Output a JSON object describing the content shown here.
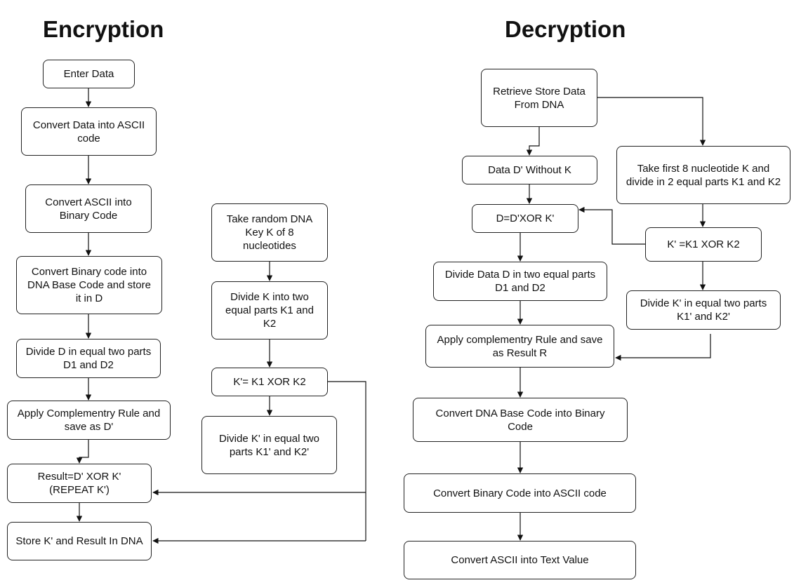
{
  "encryption": {
    "title": "Encryption",
    "steps": [
      "Enter Data",
      "Convert Data into ASCII\ncode",
      "Convert ASCII into\nBinary Code",
      "Convert Binary code into\nDNA Base Code and store\nit in D",
      "Divide D in equal two parts\nD1 and D2",
      "Apply Complementry Rule and\nsave as D'",
      "Result=D' XOR K'\n(REPEAT K')",
      "Store K' and Result In DNA"
    ],
    "key_steps": [
      "Take random DNA\nKey K of 8\nnucleotides",
      "Divide K into two\nequal parts K1 and\nK2",
      "K'= K1 XOR K2",
      "Divide K' in equal two\nparts K1' and K2'"
    ]
  },
  "decryption": {
    "title": "Decryption",
    "retrieve": "Retrieve Store Data\nFrom DNA",
    "data_without_k": "Data D' Without K",
    "take_first_8": "Take first 8 nucleotide K and\ndivide in 2 equal parts K1 and K2",
    "d_xor": "D=D'XOR K'",
    "k_xor": "K' =K1 XOR K2",
    "divide_data": "Divide Data D in two equal parts\nD1 and D2",
    "divide_k": "Divide K' in equal two parts\nK1' and K2'",
    "apply_rule": "Apply complementry Rule  and save\nas Result R",
    "to_binary": "Convert DNA Base Code into Binary\nCode",
    "to_ascii": "Convert  Binary Code into ASCII code",
    "to_text": "Convert ASCII into Text Value"
  }
}
